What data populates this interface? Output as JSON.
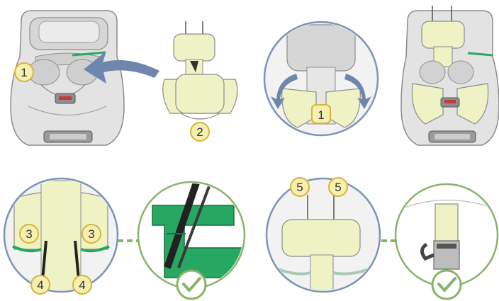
{
  "colors": {
    "seat_grey": "#e3e3e3",
    "seat_dark": "#c9c9c9",
    "seat_outline": "#8c8c8c",
    "insert_yellow": "#eef2c4",
    "callout_yellow": "#f5f0b0",
    "callout_ring": "#d8b33a",
    "arrow_blue": "#6e86ad",
    "accent_green": "#27a862",
    "check_ring": "#88b46a"
  },
  "icons": {
    "arrow": "left-arrow-icon",
    "rotate": "rotate-arrows-icon",
    "check": "checkmark-icon"
  },
  "callouts": {
    "step1_a": "1",
    "step2": "2",
    "step1_b": "1",
    "step3_left": "3",
    "step3_right": "3",
    "step4_left": "4",
    "step4_right": "4",
    "step5_left": "5",
    "step5_right": "5"
  }
}
